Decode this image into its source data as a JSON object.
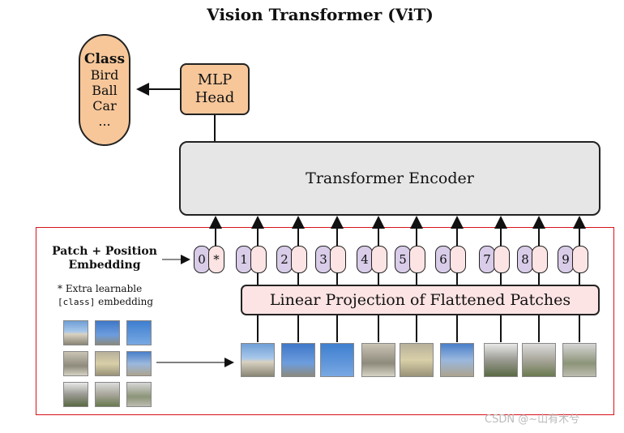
{
  "title": "Vision Transformer (ViT)",
  "class_box": {
    "header": "Class",
    "items": [
      "Bird",
      "Ball",
      "Car",
      "..."
    ]
  },
  "mlp_head": {
    "line1": "MLP",
    "line2": "Head"
  },
  "encoder_label": "Transformer Encoder",
  "linear_projection_label": "Linear Projection of Flattened Patches",
  "patch_position_label": {
    "line1": "Patch + Position",
    "line2": "Embedding"
  },
  "extra_note": {
    "line1": "* Extra learnable",
    "code": "[class]",
    "rest": " embedding"
  },
  "tokens": [
    "0",
    "1",
    "2",
    "3",
    "4",
    "5",
    "6",
    "7",
    "8",
    "9"
  ],
  "class_token_symbol": "*",
  "watermark": "CSDN @~山有木兮",
  "colors": {
    "orange": "#f7c79a",
    "gray": "#e6e6e6",
    "pink": "#fde4e4",
    "purple": "#d8cce8",
    "red_frame": "#d8121b"
  }
}
